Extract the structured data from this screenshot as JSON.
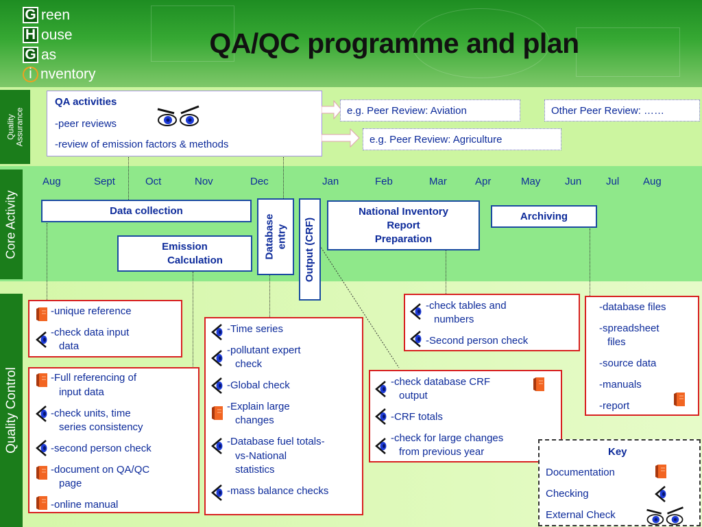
{
  "header": {
    "title": "QA/QC programme and plan",
    "logo": [
      {
        "letter": "G",
        "rest": "reen"
      },
      {
        "letter": "H",
        "rest": "ouse"
      },
      {
        "letter": "G",
        "rest": "as"
      },
      {
        "letter": "i",
        "rest": "nventory"
      }
    ]
  },
  "sections": {
    "qa": "Quality Assurance",
    "core": "Core Activity",
    "qc": "Quality Control"
  },
  "qa_box": {
    "title": "QA activities",
    "items": [
      "-peer reviews",
      "-review of emission factors & methods"
    ]
  },
  "peer_reviews": {
    "aviation": "e.g. Peer Review: Aviation",
    "other": "Other Peer Review: ……",
    "agriculture": "e.g. Peer Review: Agriculture"
  },
  "months": [
    "Aug",
    "Sept",
    "Oct",
    "Nov",
    "Dec",
    "Jan",
    "Feb",
    "Mar",
    "Apr",
    "May",
    "Jun",
    "Jul",
    "Aug"
  ],
  "activities": {
    "data_collection": "Data collection",
    "emission_calc": [
      "Emission",
      "Calculation"
    ],
    "database_entry": [
      "Database",
      "entry"
    ],
    "output_crf": "Output (CRF)",
    "nir": [
      "National Inventory",
      "Report",
      "Preparation"
    ],
    "archiving": "Archiving"
  },
  "qc_boxes": {
    "box1": [
      {
        "icon": "doc",
        "lines": [
          "-unique reference"
        ]
      },
      {
        "icon": "check",
        "lines": [
          "-check data input",
          "data"
        ]
      }
    ],
    "box2": [
      {
        "icon": "doc",
        "lines": [
          "-Full referencing of",
          "input data"
        ]
      },
      {
        "icon": "check",
        "lines": [
          "-check units, time",
          "series consistency"
        ]
      },
      {
        "icon": "check",
        "lines": [
          "-second person check"
        ]
      },
      {
        "icon": "doc",
        "lines": [
          "-document on QA/QC",
          "page"
        ]
      },
      {
        "icon": "doc",
        "lines": [
          "-online manual"
        ]
      }
    ],
    "box3": [
      {
        "icon": "check",
        "lines": [
          "-Time series"
        ]
      },
      {
        "icon": "check",
        "lines": [
          "-pollutant expert",
          "check"
        ]
      },
      {
        "icon": "check",
        "lines": [
          "-Global check"
        ]
      },
      {
        "icon": "doc",
        "lines": [
          "-Explain large",
          "changes"
        ]
      },
      {
        "icon": "check",
        "lines": [
          "-Database fuel totals-",
          "vs-National",
          "statistics"
        ]
      },
      {
        "icon": "check",
        "lines": [
          "-mass balance checks"
        ]
      }
    ],
    "box4": [
      {
        "icon": "check",
        "lines": [
          "-check tables and",
          "numbers"
        ]
      },
      {
        "icon": "check",
        "lines": [
          "-Second person check"
        ]
      }
    ],
    "box5": [
      {
        "icon": "check",
        "lines": [
          "-check database CRF",
          "output"
        ]
      },
      {
        "icon": "check",
        "lines": [
          "-CRF totals"
        ]
      },
      {
        "icon": "check",
        "lines": [
          "-check for large changes",
          "from previous year"
        ]
      }
    ],
    "box6": [
      "-database files",
      "-spreadsheet",
      "files",
      "-source data",
      "-manuals",
      "-report"
    ]
  },
  "key": {
    "title": "Key",
    "documentation": "Documentation",
    "checking": "Checking",
    "external": "External Check"
  },
  "colors": {
    "header_green": "#36a833",
    "sidebar_green": "#1b7d1b",
    "band_qa": "#ccf5a0",
    "band_core": "#8fe88a",
    "text_blue": "#0c2a9a",
    "box_blue": "#1a4aa0",
    "box_red": "#d82020",
    "doc_orange": "#f26522"
  },
  "icons": [
    "eyes-icon",
    "document-icon",
    "checking-icon",
    "arrow-right-icon"
  ]
}
